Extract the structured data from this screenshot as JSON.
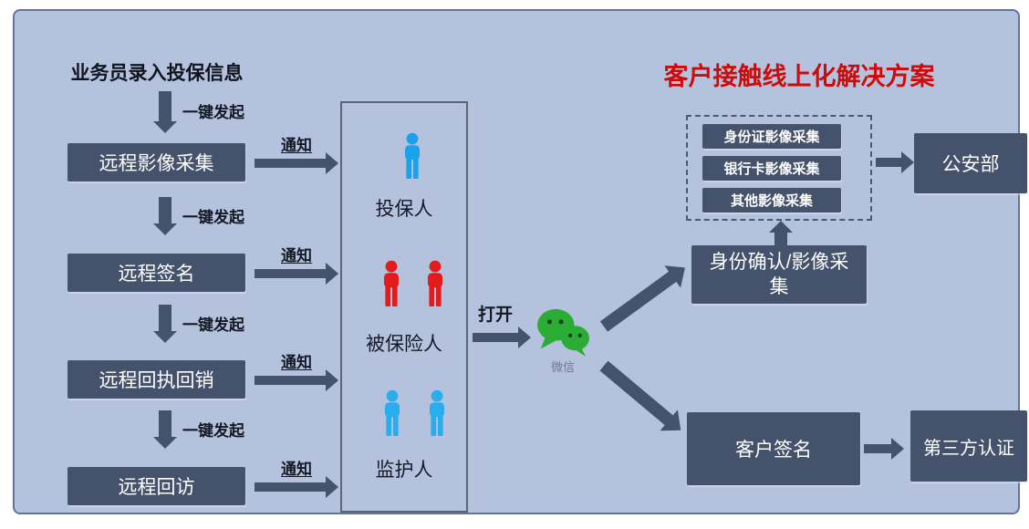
{
  "title": "客户接触线上化解决方案",
  "left_flow": {
    "header": "业务员录入投保信息",
    "launch_label": "一键发起",
    "notify_label": "通知",
    "steps": [
      "远程影像采集",
      "远程签名",
      "远程回执回销",
      "远程回访"
    ]
  },
  "roles_panel": {
    "roles": [
      {
        "label": "投保人",
        "color": "#1ba1e9"
      },
      {
        "label": "被保险人",
        "color": "#e31b1b"
      },
      {
        "label": "监护人",
        "color": "#28aeec"
      }
    ]
  },
  "wechat": {
    "open_label": "打开",
    "app_label": "微信",
    "brand_color": "#2bad35"
  },
  "right_flow": {
    "capture_items": [
      "身份证影像采集",
      "银行卡影像采集",
      "其他影像采集"
    ],
    "police": "公安部",
    "identity": "身份确认/影像采集",
    "customer_sign": "客户签名",
    "third_party": "第三方认证"
  },
  "colors": {
    "canvas_bg": "#b4c2de",
    "box_dark": "#45526b",
    "arrow": "#45526b",
    "title_red": "#ce0b0b",
    "label_text": "#141926",
    "wechat_green": "#2bad35"
  }
}
